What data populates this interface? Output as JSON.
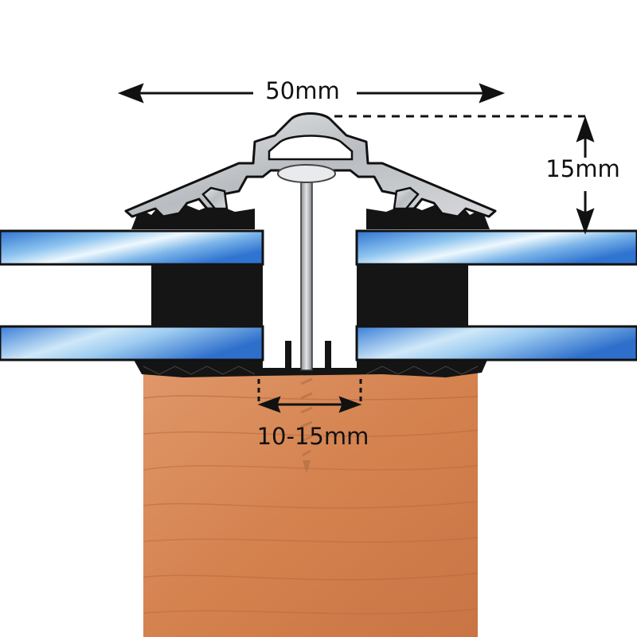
{
  "dimensions": {
    "width_label": "50mm",
    "height_label": "15mm",
    "gap_label": "10-15mm"
  },
  "colors": {
    "background": "#ffffff",
    "outline": "#111111",
    "glass_blue": "#3f83d8",
    "glass_light": "#dff0fb",
    "spacer": "#151515",
    "timber": "#d98b57",
    "aluminium": "#c9ccd0",
    "gasket": "#141414"
  }
}
